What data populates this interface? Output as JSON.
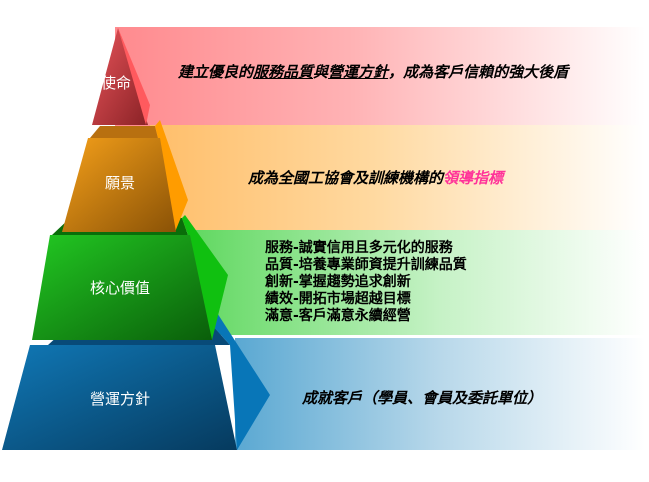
{
  "pyramid": {
    "levels": [
      {
        "label": "使命",
        "color": "#d8444c",
        "statement_parts": [
          {
            "text": "建立優良的",
            "underline": false
          },
          {
            "text": "服務品質",
            "underline": true
          },
          {
            "text": "與",
            "underline": false
          },
          {
            "text": "營運方針",
            "underline": true
          },
          {
            "text": "，成為客戶信賴的強大後盾",
            "underline": false
          }
        ]
      },
      {
        "label": "願景",
        "color": "#f39a12",
        "statement_parts": [
          {
            "text": "成為全國工協會及訓練機構的",
            "highlight": false
          },
          {
            "text": "領導指標",
            "highlight": true,
            "color": "#ff3399"
          }
        ]
      },
      {
        "label": "核心價值",
        "color": "#12b812",
        "items": [
          "服務-誠實信用且多元化的服務",
          "品質-培養專業師資提升訓練品質",
          "創新-掌握趨勢追求創新",
          "績效-開拓市場超越目標",
          "滿意-客戶滿意永續經營"
        ]
      },
      {
        "label": "營運方針",
        "color": "#0a6aa6",
        "statement": "成就客戶（學員、會員及委託單位）"
      }
    ]
  }
}
